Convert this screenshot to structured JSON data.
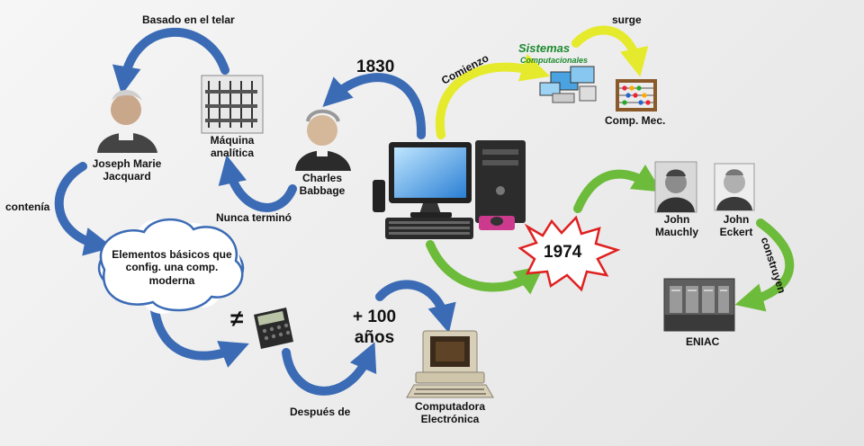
{
  "labels": {
    "basado": "Basado en el telar",
    "jacquard": "Joseph Marie\nJacquard",
    "maquina": "Máquina\nanalítica",
    "babbage": "Charles\nBabbage",
    "nunca": "Nunca terminó",
    "contenia": "contenía",
    "elementos": "Elementos básicos que config. una comp. moderna",
    "neq": "≠",
    "mas100": "+ 100\naños",
    "despues": "Después de",
    "computadora": "Computadora\nElectrónica",
    "y1830": "1830",
    "comienzo": "Comienzo",
    "sistemas1": "Sistemas",
    "sistemas2": "Computacionales",
    "surge": "surge",
    "compmec": "Comp. Mec.",
    "y1974": "1974",
    "mauchly": "John\nMauchly",
    "eckert": "John\nEckert",
    "construyen": "construyen",
    "eniac": "ENIAC"
  },
  "colors": {
    "blue_arrow": "#3b6bb5",
    "green_arrow": "#6dbb3a",
    "yellow_arrow": "#e6ea2c",
    "star_outline": "#e02020"
  },
  "icons": [
    "jacquard-portrait",
    "analytical-engine",
    "babbage-portrait",
    "desktop-computer",
    "calculator",
    "retro-computer",
    "network-computers",
    "abacus",
    "mauchly-portrait",
    "eckert-portrait",
    "eniac-photo"
  ]
}
